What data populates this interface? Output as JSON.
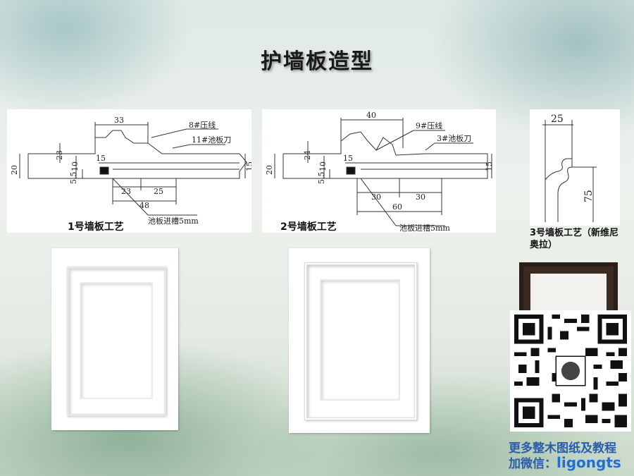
{
  "title": "护墙板造型",
  "diagram1": {
    "label": "1号墙板工艺",
    "dims": [
      "33",
      "8#压线",
      "11#池板刀",
      "23",
      "20",
      "10",
      "5.5",
      "15",
      "15",
      "23",
      "25",
      "48",
      "池板进槽5mm"
    ]
  },
  "diagram2": {
    "label": "2号墙板工艺",
    "dims": [
      "40",
      "9#压线",
      "3#池板刀",
      "24",
      "20",
      "10",
      "5.5",
      "15",
      "15",
      "30",
      "30",
      "60",
      "池板进槽5mm"
    ]
  },
  "diagram3": {
    "label": "3号墙板工艺（新维尼奥拉）",
    "dims": [
      "25",
      "75"
    ]
  },
  "promo": {
    "line1": "更多整木图纸及教程",
    "line2_prefix": "加微信：",
    "line2_id": "ligongts"
  },
  "colors": {
    "promo_blue": "#2a5ea8",
    "wechat_id": "#1f6fd6"
  }
}
